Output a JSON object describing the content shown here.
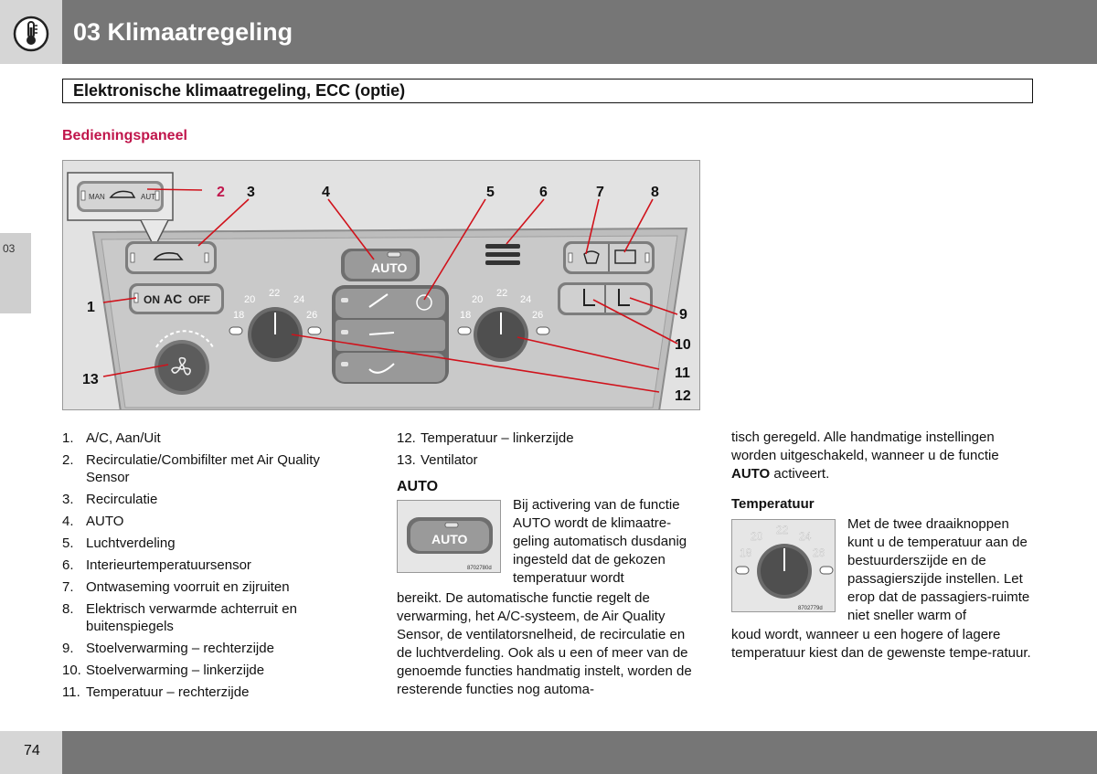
{
  "header": {
    "chapter_title": "03 Klimaatregeling",
    "icon": "thermometer-icon"
  },
  "side_tab": {
    "label": "03"
  },
  "section": {
    "title": "Elektronische klimaatregeling, ECC (optie)"
  },
  "subsection": {
    "title": "Bedieningspaneel"
  },
  "figure": {
    "callouts": [
      "1",
      "2",
      "3",
      "4",
      "5",
      "6",
      "7",
      "8",
      "9",
      "10",
      "11",
      "12",
      "13"
    ],
    "panel_labels": {
      "man_auto": "MAN",
      "auto_small": "AUT",
      "on": "ON",
      "ac": "AC",
      "off": "OFF",
      "auto": "AUTO",
      "temp_scale_left": [
        "18",
        "20",
        "22",
        "24",
        "26"
      ],
      "temp_scale_right": [
        "18",
        "20",
        "22",
        "24",
        "26"
      ]
    }
  },
  "legend_items": [
    {
      "num": "1.",
      "text": "A/C, Aan/Uit"
    },
    {
      "num": "2.",
      "text": "Recirculatie/Combifilter met Air Quality Sensor"
    },
    {
      "num": "3.",
      "text": "Recirculatie"
    },
    {
      "num": "4.",
      "text": "AUTO"
    },
    {
      "num": "5.",
      "text": "Luchtverdeling"
    },
    {
      "num": "6.",
      "text": "Interieurtemperatuursensor"
    },
    {
      "num": "7.",
      "text": "Ontwaseming voorruit en zijruiten"
    },
    {
      "num": "8.",
      "text": "Elektrisch verwarmde achterruit en buitenspiegels"
    },
    {
      "num": "9.",
      "text": "Stoelverwarming – rechterzijde"
    },
    {
      "num": "10.",
      "text": "Stoelverwarming – linkerzijde"
    },
    {
      "num": "11.",
      "text": "Temperatuur – rechterzijde"
    },
    {
      "num": "12.",
      "text": "Temperatuur – linkerzijde"
    },
    {
      "num": "13.",
      "text": "Ventilator"
    }
  ],
  "auto_section": {
    "heading": "AUTO",
    "image_label": "AUTO",
    "image_code": "8702780d",
    "p1": "Bij activering van de functie AUTO wordt de klimaatre-geling automatisch dusdanig ingesteld dat de gekozen temperatuur wordt",
    "p2": "bereikt. De automatische functie regelt de verwarming, het A/C-systeem, de Air Quality Sensor, de ventilatorsnelheid, de recirculatie en de luchtverdeling. Ook als u een of meer van de genoemde functies handmatig instelt, worden de resterende functies nog automa-"
  },
  "col3": {
    "p1_a": "tisch geregeld. Alle handmatige instellingen worden uitgeschakeld, wanneer u de functie ",
    "p1_bold": "AUTO",
    "p1_b": " activeert."
  },
  "temp_section": {
    "heading": "Temperatuur",
    "image_code": "8702779d",
    "scale": [
      "18",
      "20",
      "22",
      "24",
      "26"
    ],
    "p1": "Met de twee draaiknoppen kunt u de temperatuur aan de bestuurderszijde en de passagierszijde instellen. Let erop dat de passagiers-ruimte niet sneller warm of",
    "p2": "koud wordt, wanneer u een hogere of lagere temperatuur kiest dan de gewenste tempe-ratuur."
  },
  "footer": {
    "page_number": "74"
  },
  "colors": {
    "accent": "#c0154b",
    "callout_line": "#d0121b",
    "band": "#767676"
  }
}
